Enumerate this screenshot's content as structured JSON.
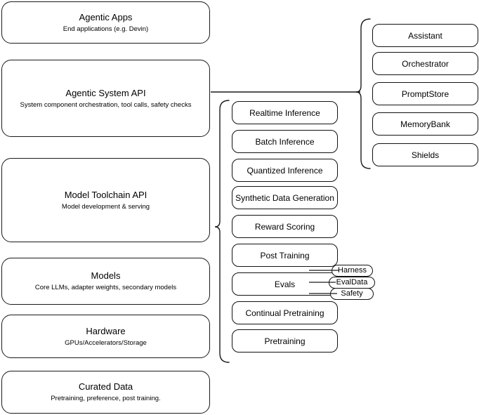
{
  "diagram": {
    "type": "layered-stack-architecture",
    "stroke_color": "#1a1a1a",
    "background_color": "#ffffff",
    "layers": [
      {
        "name": "agentic-apps",
        "title": "Agentic Apps",
        "subtitle": "End applications (e.g. Devin)"
      },
      {
        "name": "agentic-system-api",
        "title": "Agentic System API",
        "subtitle": "System component orchestration, tool calls, safety checks"
      },
      {
        "name": "model-toolchain-api",
        "title": "Model Toolchain API",
        "subtitle": "Model development & serving"
      },
      {
        "name": "models",
        "title": "Models",
        "subtitle": "Core LLMs, adapter weights, secondary models"
      },
      {
        "name": "hardware",
        "title": "Hardware",
        "subtitle": "GPUs/Accelerators/Storage"
      },
      {
        "name": "curated-data",
        "title": "Curated Data",
        "subtitle": "Pretraining, preference, post training."
      }
    ],
    "toolchain_capabilities": [
      {
        "name": "realtime-inference",
        "label": "Realtime Inference"
      },
      {
        "name": "batch-inference",
        "label": "Batch Inference"
      },
      {
        "name": "quantized-inference",
        "label": "Quantized Inference"
      },
      {
        "name": "synthetic-data-generation",
        "label": "Synthetic Data Generation"
      },
      {
        "name": "reward-scoring",
        "label": "Reward Scoring"
      },
      {
        "name": "post-training",
        "label": "Post Training"
      },
      {
        "name": "evals",
        "label": "Evals"
      },
      {
        "name": "continual-pretraining",
        "label": "Continual Pretraining"
      },
      {
        "name": "pretraining",
        "label": "Pretraining"
      }
    ],
    "evals_subcomponents": [
      {
        "name": "harness",
        "label": "Harness"
      },
      {
        "name": "evaldata",
        "label": "EvalData"
      },
      {
        "name": "safety",
        "label": "Safety"
      }
    ],
    "system_components": [
      {
        "name": "assistant",
        "label": "Assistant"
      },
      {
        "name": "orchestrator",
        "label": "Orchestrator"
      },
      {
        "name": "promptstore",
        "label": "PromptStore"
      },
      {
        "name": "memorybank",
        "label": "MemoryBank"
      },
      {
        "name": "shields",
        "label": "Shields"
      }
    ]
  }
}
